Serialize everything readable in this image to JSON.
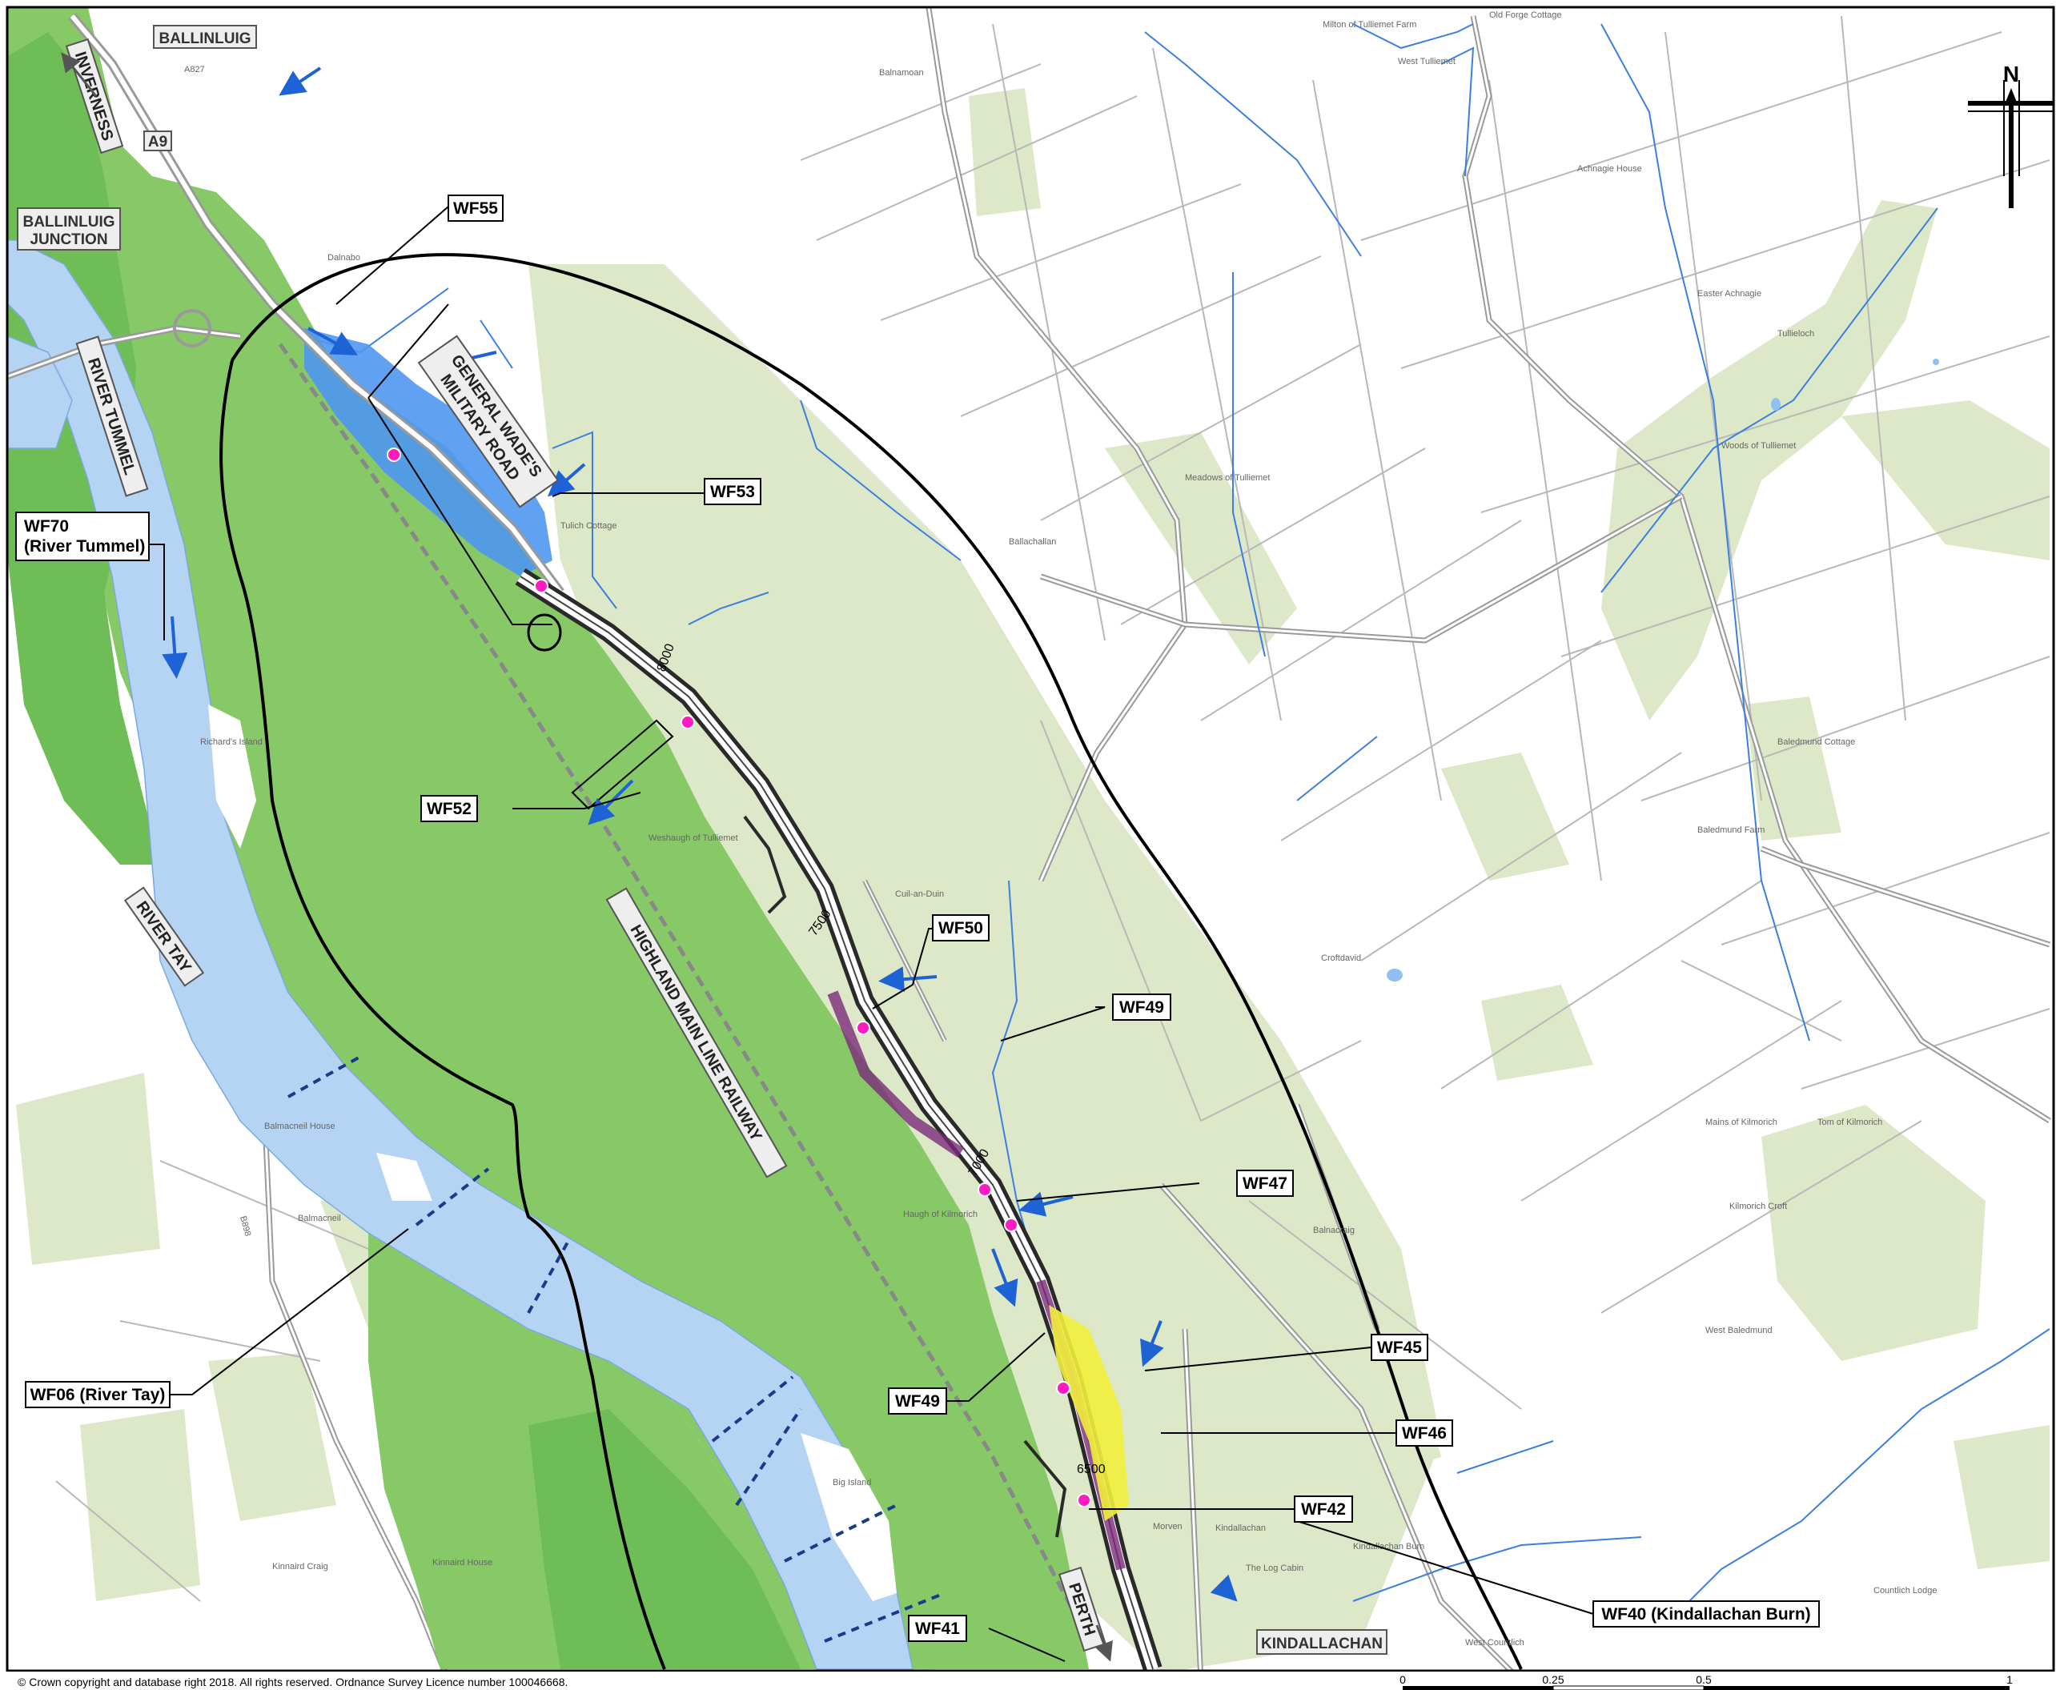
{
  "colors": {
    "floodplain_green": "#86c966",
    "floodplain_dark": "#5fb548",
    "river_blue": "#b5d3f3",
    "flood_blue": "#4f97f0",
    "woodland": "#dde8c8",
    "footprint": "#7b2b7b",
    "highlight_yellow": "#f2ef3c",
    "marker": "#ff1bbf",
    "arrow": "#1e63d6"
  },
  "compass": {
    "label": "N"
  },
  "place_labels": {
    "ballinluig": "BALLINLUIG",
    "a9": "A9",
    "ballinluig_junction_1": "BALLINLUIG",
    "ballinluig_junction_2": "JUNCTION",
    "kindallachan": "KINDALLACHAN"
  },
  "rotated_labels": {
    "inverness": "INVERNESS",
    "river_tummel": "RIVER TUMMEL",
    "river_tay": "RIVER TAY",
    "generals_road_1": "GENERAL WADE'S",
    "generals_road_2": "MILITARY ROAD",
    "railway": "HIGHLAND MAIN LINE RAILWAY",
    "perth": "PERTH"
  },
  "features": {
    "wf55": "WF55",
    "wf53": "WF53",
    "wf70_1": "WF70",
    "wf70_2": "(River Tummel)",
    "wf52": "WF52",
    "wf50": "WF50",
    "wf49_a": "WF49",
    "wf49_b": "WF49",
    "wf47": "WF47",
    "wf45": "WF45",
    "wf46": "WF46",
    "wf42": "WF42",
    "wf06": "WF06 (River Tay)",
    "wf40": "WF40 (Kindallachan Burn)",
    "wf41": "WF41"
  },
  "map_text": {
    "ballinluig_junction_town": "Dalnabo",
    "tullich": "Tulich Cottage",
    "richards_island": "Richard's Island",
    "weshaugh": "Weshaugh of Tulliemet",
    "cuil": "Cuil-an-Duin",
    "haugh": "Haugh of Kilmorich",
    "balnacraig": "Balnacraig",
    "balmacneil_house": "Balmacneil House",
    "balmacneil": "Balmacneil",
    "big_island": "Big Island",
    "kinnaird_craig": "Kinnaird Craig",
    "kinnaird_house": "Kinnaird House",
    "morven": "Morven",
    "kindallachan_small": "Kindallachan",
    "log_cabin": "The Log Cabin",
    "west_countlich": "West Countlich",
    "countlich_lodge": "Countlich Lodge",
    "kindallachan_burn": "Kindallachan Burn",
    "balmacnaan": "Balnamoan",
    "milton": "Milton of Tulliemet Farm",
    "west_tulliemet": "West Tulliemet",
    "achnagie_house": "Achnagie House",
    "easter_achnagie": "Easter Achnagie",
    "woods_of_tulliemet": "Woods of Tulliemet",
    "meadows": "Meadows of Tulliemet",
    "ballachallan": "Ballachallan",
    "baledmund_cottage": "Baledmund Cottage",
    "baledmund_farm": "Baledmund Farm",
    "croftdavid": "Croftdavid",
    "mains_kilmorich": "Mains of Kilmorich",
    "tom_kilmorich": "Tom of Kilmorich",
    "kilmorich_croft": "Kilmorich Croft",
    "west_baledmund": "West Baledmund",
    "old_forge": "Old Forge Cottage",
    "tullieloch": "Tullieloch",
    "ch_8000": "8000",
    "ch_7500": "7500",
    "ch_7000": "7000",
    "ch_6500": "6500",
    "a827": "A827",
    "b898": "B898"
  },
  "footer": {
    "copyright": "© Crown copyright and database right 2018.  All rights reserved.  Ordnance Survey Licence number 100046668."
  },
  "scale_bar": {
    "t0": "0",
    "t1": "0.25",
    "t2": "0.5",
    "t3": "1"
  }
}
